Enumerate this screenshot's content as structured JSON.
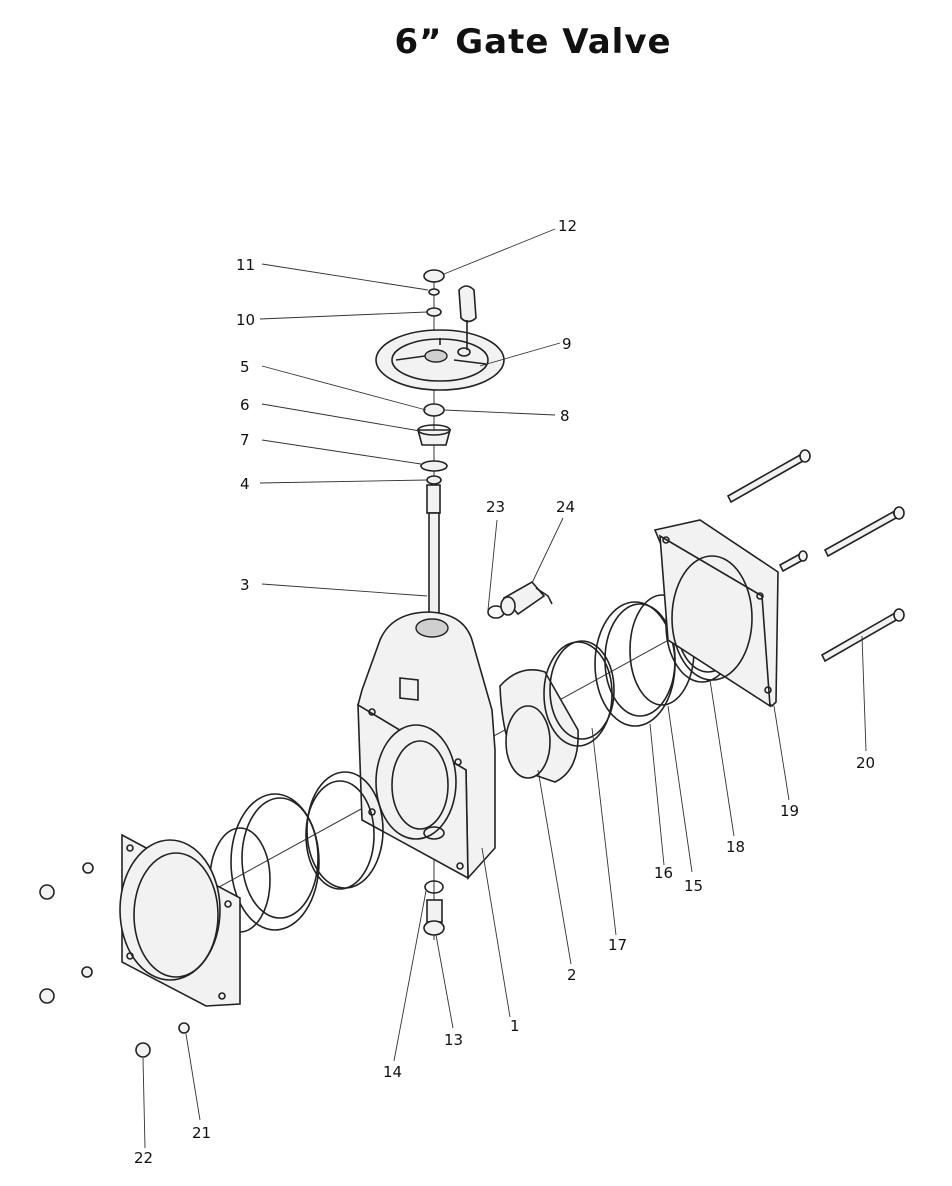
{
  "title": "6” Gate Valve",
  "callouts": [
    "1",
    "2",
    "3",
    "4",
    "5",
    "6",
    "7",
    "8",
    "9",
    "10",
    "11",
    "12",
    "13",
    "14",
    "15",
    "16",
    "17",
    "18",
    "19",
    "20",
    "21",
    "22",
    "23",
    "24"
  ]
}
